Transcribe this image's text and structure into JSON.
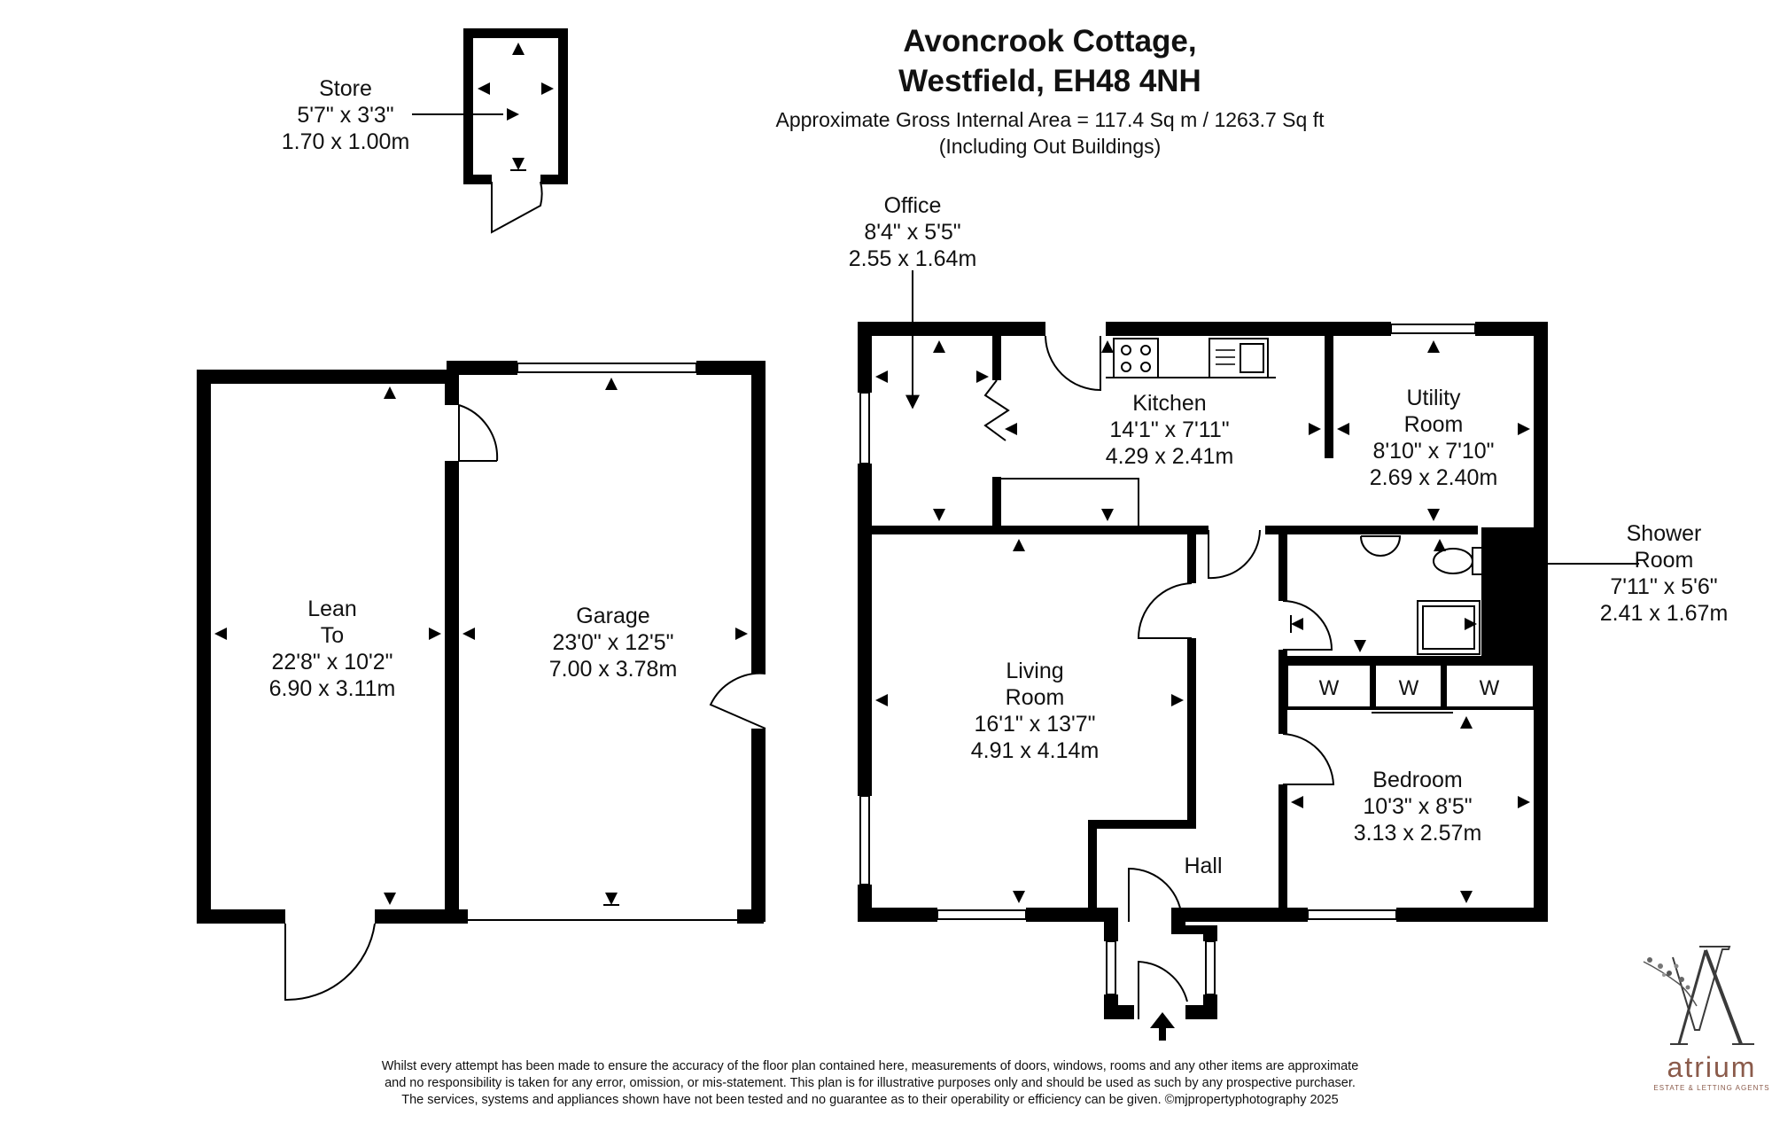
{
  "header": {
    "title_line1": "Avoncrook Cottage,",
    "title_line2": "Westfield, EH48 4NH",
    "area_line1": "Approximate Gross Internal Area = 117.4 Sq m / 1263.7 Sq ft",
    "area_line2": "(Including Out Buildings)"
  },
  "rooms": {
    "store": {
      "name": "Store",
      "imperial": "5'7\" x 3'3\"",
      "metric": "1.70 x 1.00m"
    },
    "office": {
      "name": "Office",
      "imperial": "8'4\" x 5'5\"",
      "metric": "2.55 x 1.64m"
    },
    "lean_to": {
      "name1": "Lean",
      "name2": "To",
      "imperial": "22'8\" x 10'2\"",
      "metric": "6.90 x 3.11m"
    },
    "garage": {
      "name": "Garage",
      "imperial": "23'0\" x 12'5\"",
      "metric": "7.00 x 3.78m"
    },
    "kitchen": {
      "name": "Kitchen",
      "imperial": "14'1\" x 7'11\"",
      "metric": "4.29 x 2.41m"
    },
    "utility": {
      "name1": "Utility",
      "name2": "Room",
      "imperial": "8'10\" x 7'10\"",
      "metric": "2.69 x 2.40m"
    },
    "shower": {
      "name1": "Shower",
      "name2": "Room",
      "imperial": "7'11\" x 5'6\"",
      "metric": "2.41 x 1.67m"
    },
    "living": {
      "name1": "Living",
      "name2": "Room",
      "imperial": "16'1\" x 13'7\"",
      "metric": "4.91 x 4.14m"
    },
    "bedroom": {
      "name": "Bedroom",
      "imperial": "10'3\" x 8'5\"",
      "metric": "3.13 x 2.57m"
    },
    "hall": {
      "name": "Hall"
    }
  },
  "wardrobe_label": "W",
  "disclaimer": {
    "line1": "Whilst every attempt has been made to ensure the accuracy of the floor plan contained here, measurements of doors, windows, rooms and any other items are approximate",
    "line2": "and no responsibility is taken for any error, omission, or mis-statement. This plan is for illustrative purposes only and should be used as such by any prospective purchaser.",
    "line3": "The services, systems and appliances shown have not been tested and no guarantee as to their operability or efficiency can be given. ©mjpropertyphotography 2025"
  },
  "logo": {
    "name": "atrium",
    "tagline": "ESTATE & LETTING AGENTS",
    "color": "#8a5a4a"
  }
}
